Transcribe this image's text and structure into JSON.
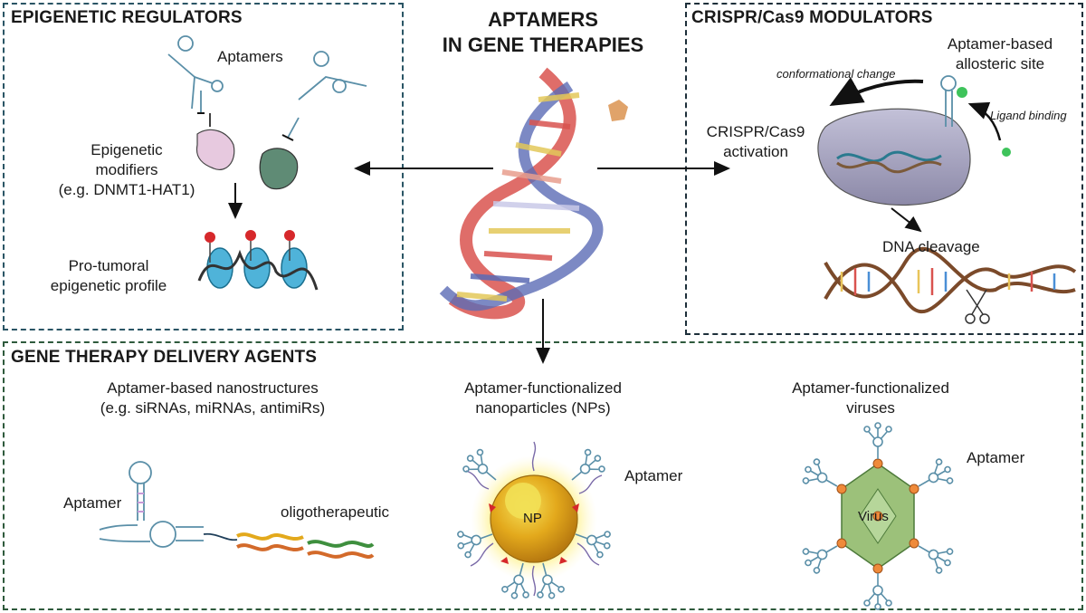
{
  "title": {
    "line1": "APTAMERS",
    "line2": "IN GENE THERAPIES"
  },
  "epigenetic": {
    "heading": "EPIGENETIC REGULATORS",
    "aptamers_label": "Aptamers",
    "modifiers_line1": "Epigenetic",
    "modifiers_line2": "modifiers",
    "modifiers_line3": "(e.g. DNMT1-HAT1)",
    "profile_line1": "Pro-tumoral",
    "profile_line2": "epigenetic profile"
  },
  "crispr": {
    "heading": "CRISPR/Cas9 MODULATORS",
    "allosteric_line1": "Aptamer-based",
    "allosteric_line2": "allosteric site",
    "conformational": "conformational change",
    "ligand_binding": "Ligand binding",
    "activation_line1": "CRISPR/Cas9",
    "activation_line2": "activation",
    "dna_cleavage": "DNA cleavage"
  },
  "delivery": {
    "heading": "GENE THERAPY DELIVERY AGENTS",
    "nano_line1": "Aptamer-based nanostructures",
    "nano_line2": "(e.g. siRNAs, miRNAs, antimiRs)",
    "nano_aptamer": "Aptamer",
    "oligo": "oligotherapeutic",
    "np_line1": "Aptamer-functionalized",
    "np_line2": "nanoparticles (NPs)",
    "np_aptamer": "Aptamer",
    "np_core": "NP",
    "virus_line1": "Aptamer-functionalized",
    "virus_line2": "viruses",
    "virus_aptamer": "Aptamer",
    "virus_core": "Virus"
  },
  "colors": {
    "epi_border": "#2a5565",
    "crispr_border": "#1d2f3a",
    "gene_border": "#2e5a3c",
    "aptamer_stroke": "#5a8fa8",
    "np_gold": "#e3a91c",
    "virus_green": "#9cc17a",
    "cas9_lavender": "#a9a7c4"
  }
}
